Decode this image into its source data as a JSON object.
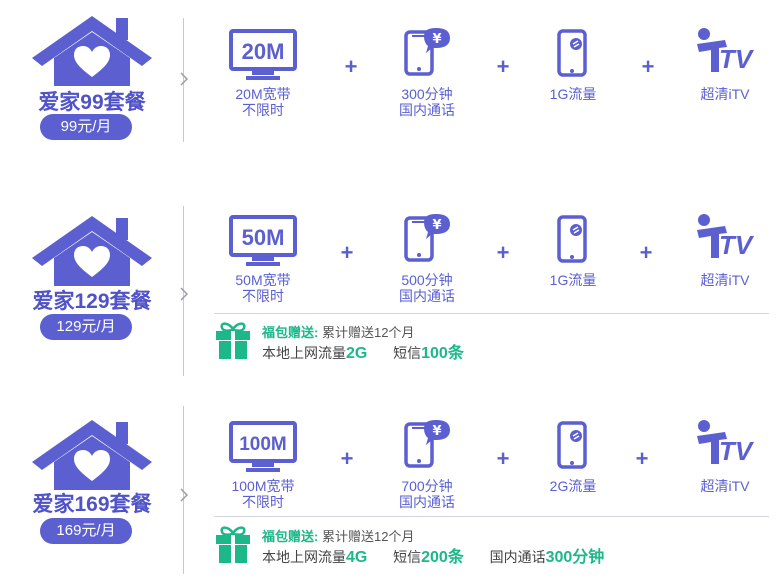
{
  "colors": {
    "primary": "#5b5fd0",
    "green": "#1db88a",
    "divider": "#c9c9d6"
  },
  "icons": {
    "house": "house-heart-icon",
    "tv": "monitor-icon",
    "phone": "phone-yen-icon",
    "data": "phone-data-icon",
    "itv": "itv-logo-icon",
    "gift": "gift-icon"
  },
  "plus": "+",
  "packages": [
    {
      "title": "爱家99套餐",
      "price": "99元/月",
      "features": [
        {
          "screen": "20M",
          "label1": "20M宽带",
          "label2": "不限时"
        },
        {
          "label1": "300分钟",
          "label2": "国内通话"
        },
        {
          "label1": "1G流量",
          "label2": ""
        },
        {
          "label1": "超清iTV",
          "label2": ""
        }
      ]
    },
    {
      "title": "爱家129套餐",
      "price": "129元/月",
      "features": [
        {
          "screen": "50M",
          "label1": "50M宽带",
          "label2": "不限时"
        },
        {
          "label1": "500分钟",
          "label2": "国内通话"
        },
        {
          "label1": "1G流量",
          "label2": ""
        },
        {
          "label1": "超清iTV",
          "label2": ""
        }
      ],
      "gift": {
        "title": "福包赠送:",
        "sub": "累计赠送12个月",
        "items": [
          {
            "prefix": "本地上网流量",
            "value": "2G"
          },
          {
            "prefix": "短信",
            "value": "100条"
          }
        ]
      }
    },
    {
      "title": "爱家169套餐",
      "price": "169元/月",
      "features": [
        {
          "screen": "100M",
          "label1": "100M宽带",
          "label2": "不限时"
        },
        {
          "label1": "700分钟",
          "label2": "国内通话"
        },
        {
          "label1": "2G流量",
          "label2": ""
        },
        {
          "label1": "超清iTV",
          "label2": ""
        }
      ],
      "gift": {
        "title": "福包赠送:",
        "sub": "累计赠送12个月",
        "items": [
          {
            "prefix": "本地上网流量",
            "value": "4G"
          },
          {
            "prefix": "短信",
            "value": "200条"
          },
          {
            "prefix": "国内通话",
            "value": "300分钟"
          }
        ]
      }
    }
  ]
}
